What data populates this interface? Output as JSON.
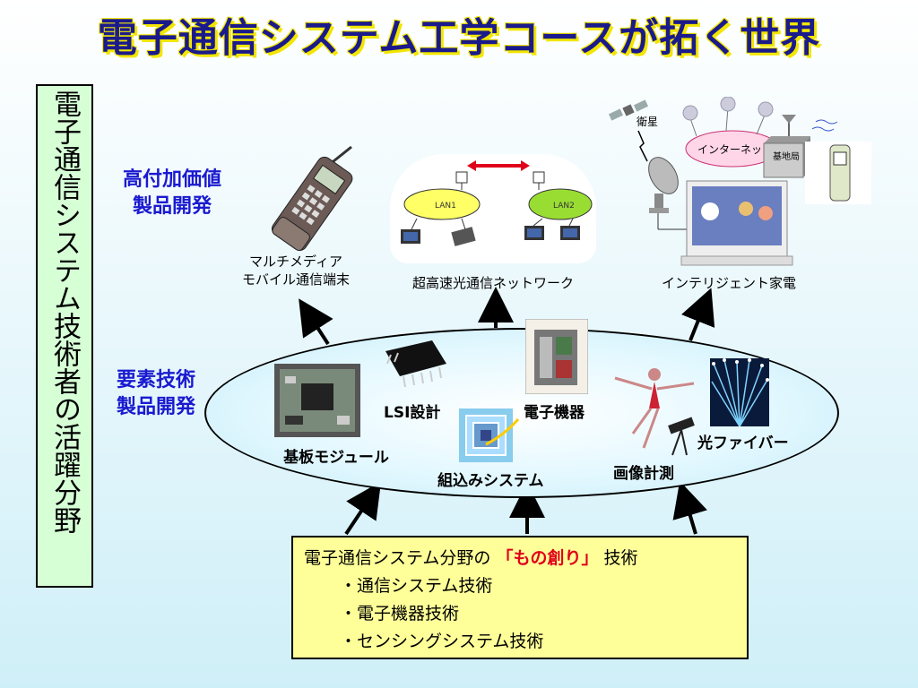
{
  "title": "電子通信システム工学コースが拓く世界",
  "side_label": "電子通信システム技術者の活躍分野",
  "labels": {
    "high_value": [
      "高付加価値",
      "製品開発"
    ],
    "elemental": [
      "要素技術",
      "製品開発"
    ]
  },
  "products": {
    "mobile": [
      "マルチメディア",
      "モバイル通信端末"
    ],
    "network": "超高速光通信ネットワーク",
    "appliance": "インテリジェント家電"
  },
  "network_panel": {
    "lan1": "LAN1",
    "lan2": "LAN2"
  },
  "appliance_panel": {
    "satellite": "衛星",
    "internet": "インターネット",
    "base_station": "基地局"
  },
  "elements": {
    "board": "基板モジュール",
    "lsi": "LSI設計",
    "devices": "電子機器",
    "embedded": "組込みシステム",
    "imaging": "画像計測",
    "fiber": "光ファイバー"
  },
  "bottom": {
    "heading_before": "電子通信システム分野の",
    "heading_highlight": "「もの創り」",
    "heading_after": "技術",
    "items": [
      "・通信システム技術",
      "・電子機器技術",
      "・センシングシステム技術"
    ]
  },
  "colors": {
    "title": "#1a1a8c",
    "title_shadow": "#f2e600",
    "blue_label": "#1a1ad0",
    "side_box": "#d6ffd6",
    "bottom_box": "#ffff99",
    "highlight": "#e0001a",
    "arrow_red": "#e0001a"
  }
}
